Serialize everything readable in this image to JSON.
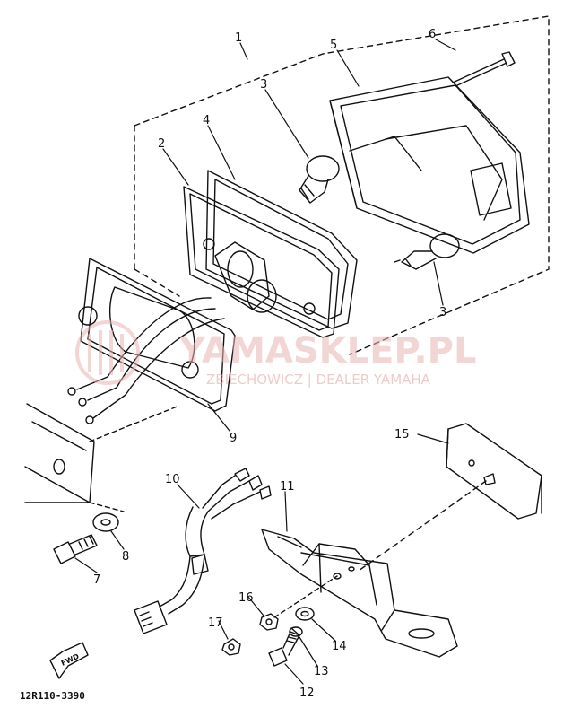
{
  "diagram": {
    "part_code": "12R110-3390",
    "forward_label": "FWD",
    "callouts": [
      "1",
      "2",
      "3",
      "3",
      "4",
      "5",
      "6",
      "7",
      "8",
      "9",
      "10",
      "11",
      "12",
      "13",
      "14",
      "15",
      "16",
      "17"
    ]
  },
  "watermark": {
    "brand": "YAMASKLEP.PL",
    "sub": "ZBIECHOWICZ | DEALER YAMAHA"
  },
  "colors": {
    "line": "#111111",
    "watermark": "#e9b3b3"
  }
}
